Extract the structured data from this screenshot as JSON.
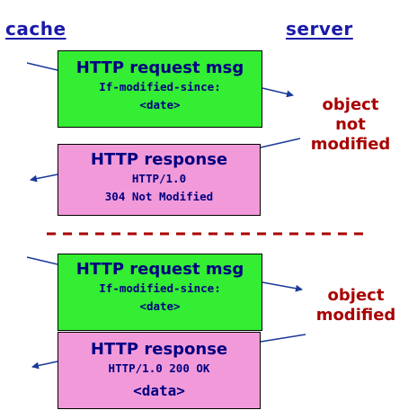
{
  "headers": {
    "cache": "cache",
    "server": "server"
  },
  "scenario_not_modified": {
    "request": {
      "title": "HTTP request msg",
      "line1": "If-modified-since:",
      "line2": "<date>"
    },
    "response": {
      "title": "HTTP response",
      "line1": "HTTP/1.0",
      "line2": "304 Not Modified"
    },
    "annotation": [
      "object",
      "not",
      "modified"
    ]
  },
  "scenario_modified": {
    "request": {
      "title": "HTTP request msg",
      "line1": "If-modified-since:",
      "line2": "<date>"
    },
    "response": {
      "title": "HTTP response",
      "line1": "HTTP/1.0 200 OK",
      "line2": "<data>"
    },
    "annotation": [
      "object",
      "modified"
    ]
  },
  "colors": {
    "header": "#1a1aa8",
    "request_box": "#33ee33",
    "response_box": "#f29ad9",
    "box_text": "#000080",
    "annotation": "#a80000",
    "divider": "#a80000",
    "arrow": "#1a3a9a"
  }
}
